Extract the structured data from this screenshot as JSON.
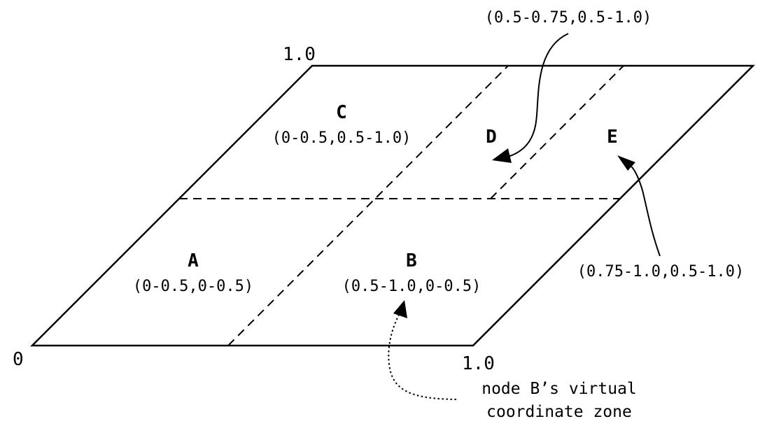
{
  "origin_label": "0",
  "x_max_label": "1.0",
  "y_max_label": "1.0",
  "zones": [
    {
      "letter": "A",
      "range": "(0-0.5,0-0.5)"
    },
    {
      "letter": "B",
      "range": "(0.5-1.0,0-0.5)"
    },
    {
      "letter": "C",
      "range": "(0-0.5,0.5-1.0)"
    },
    {
      "letter": "D",
      "range": "(0.5-0.75,0.5-1.0)"
    },
    {
      "letter": "E",
      "range": "(0.75-1.0,0.5-1.0)"
    }
  ],
  "note": {
    "line1": "node B’s virtual",
    "line2": "coordinate zone"
  }
}
